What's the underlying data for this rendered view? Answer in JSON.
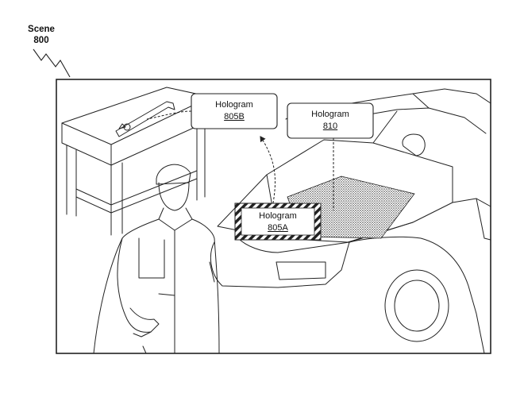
{
  "scene": {
    "title": "Scene",
    "number": "800"
  },
  "holograms": {
    "h805b": {
      "label": "Hologram",
      "number": "805B"
    },
    "h810": {
      "label": "Hologram",
      "number": "810"
    },
    "h805a": {
      "label": "Hologram",
      "number": "805A"
    }
  },
  "colors": {
    "line": "#222222",
    "background": "#ffffff",
    "hatch": "#333333"
  },
  "icons": {
    "wrench": "wrench-icon"
  }
}
